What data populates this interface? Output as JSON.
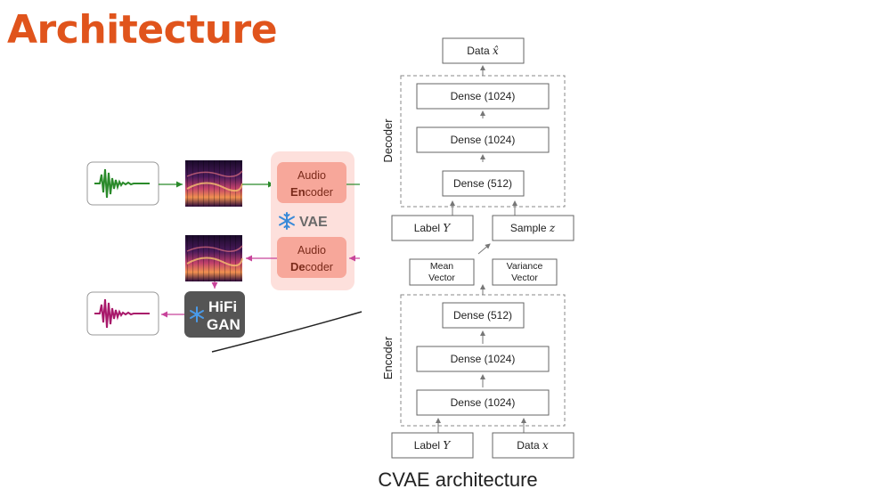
{
  "slide": {
    "title": "Architecture",
    "caption": "CVAE architecture",
    "title_color": "#e0541c"
  },
  "pipeline": {
    "encoder_label": [
      "Audio",
      "Encoder"
    ],
    "encoder_label_bold_part": "En",
    "decoder_label": [
      "Audio",
      "Decoder"
    ],
    "decoder_label_bold_part": "De",
    "vae_label": "VAE",
    "vocoder_label": [
      "HiFi",
      "GAN"
    ],
    "frozen_icon": "snowflake-icon",
    "input_wave_color": "#2a8a2a",
    "output_wave_color": "#a8186a",
    "vae_panel_color": "#fde0dc",
    "module_color": "#f7a79a",
    "input_arrow_color": "#2a8a2a",
    "output_arrow_color": "#c8449a"
  },
  "cvae": {
    "output": {
      "text": "Data ",
      "var": "x̂"
    },
    "decoder": {
      "label": "Decoder",
      "layers": [
        "Dense (1024)",
        "Dense (1024)",
        "Dense (512)"
      ]
    },
    "latent": {
      "label_y": {
        "text": "Label ",
        "var": "Y"
      },
      "sample_z": {
        "text": "Sample ",
        "var": "z"
      },
      "mean_vector": [
        "Mean",
        "Vector"
      ],
      "variance_vector": [
        "Variance",
        "Vector"
      ]
    },
    "encoder": {
      "label": "Encoder",
      "layers": [
        "Dense (512)",
        "Dense (1024)",
        "Dense (1024)"
      ]
    },
    "inputs": {
      "label_y": {
        "text": "Label ",
        "var": "Y"
      },
      "data_x": {
        "text": "Data ",
        "var": "x"
      }
    }
  }
}
